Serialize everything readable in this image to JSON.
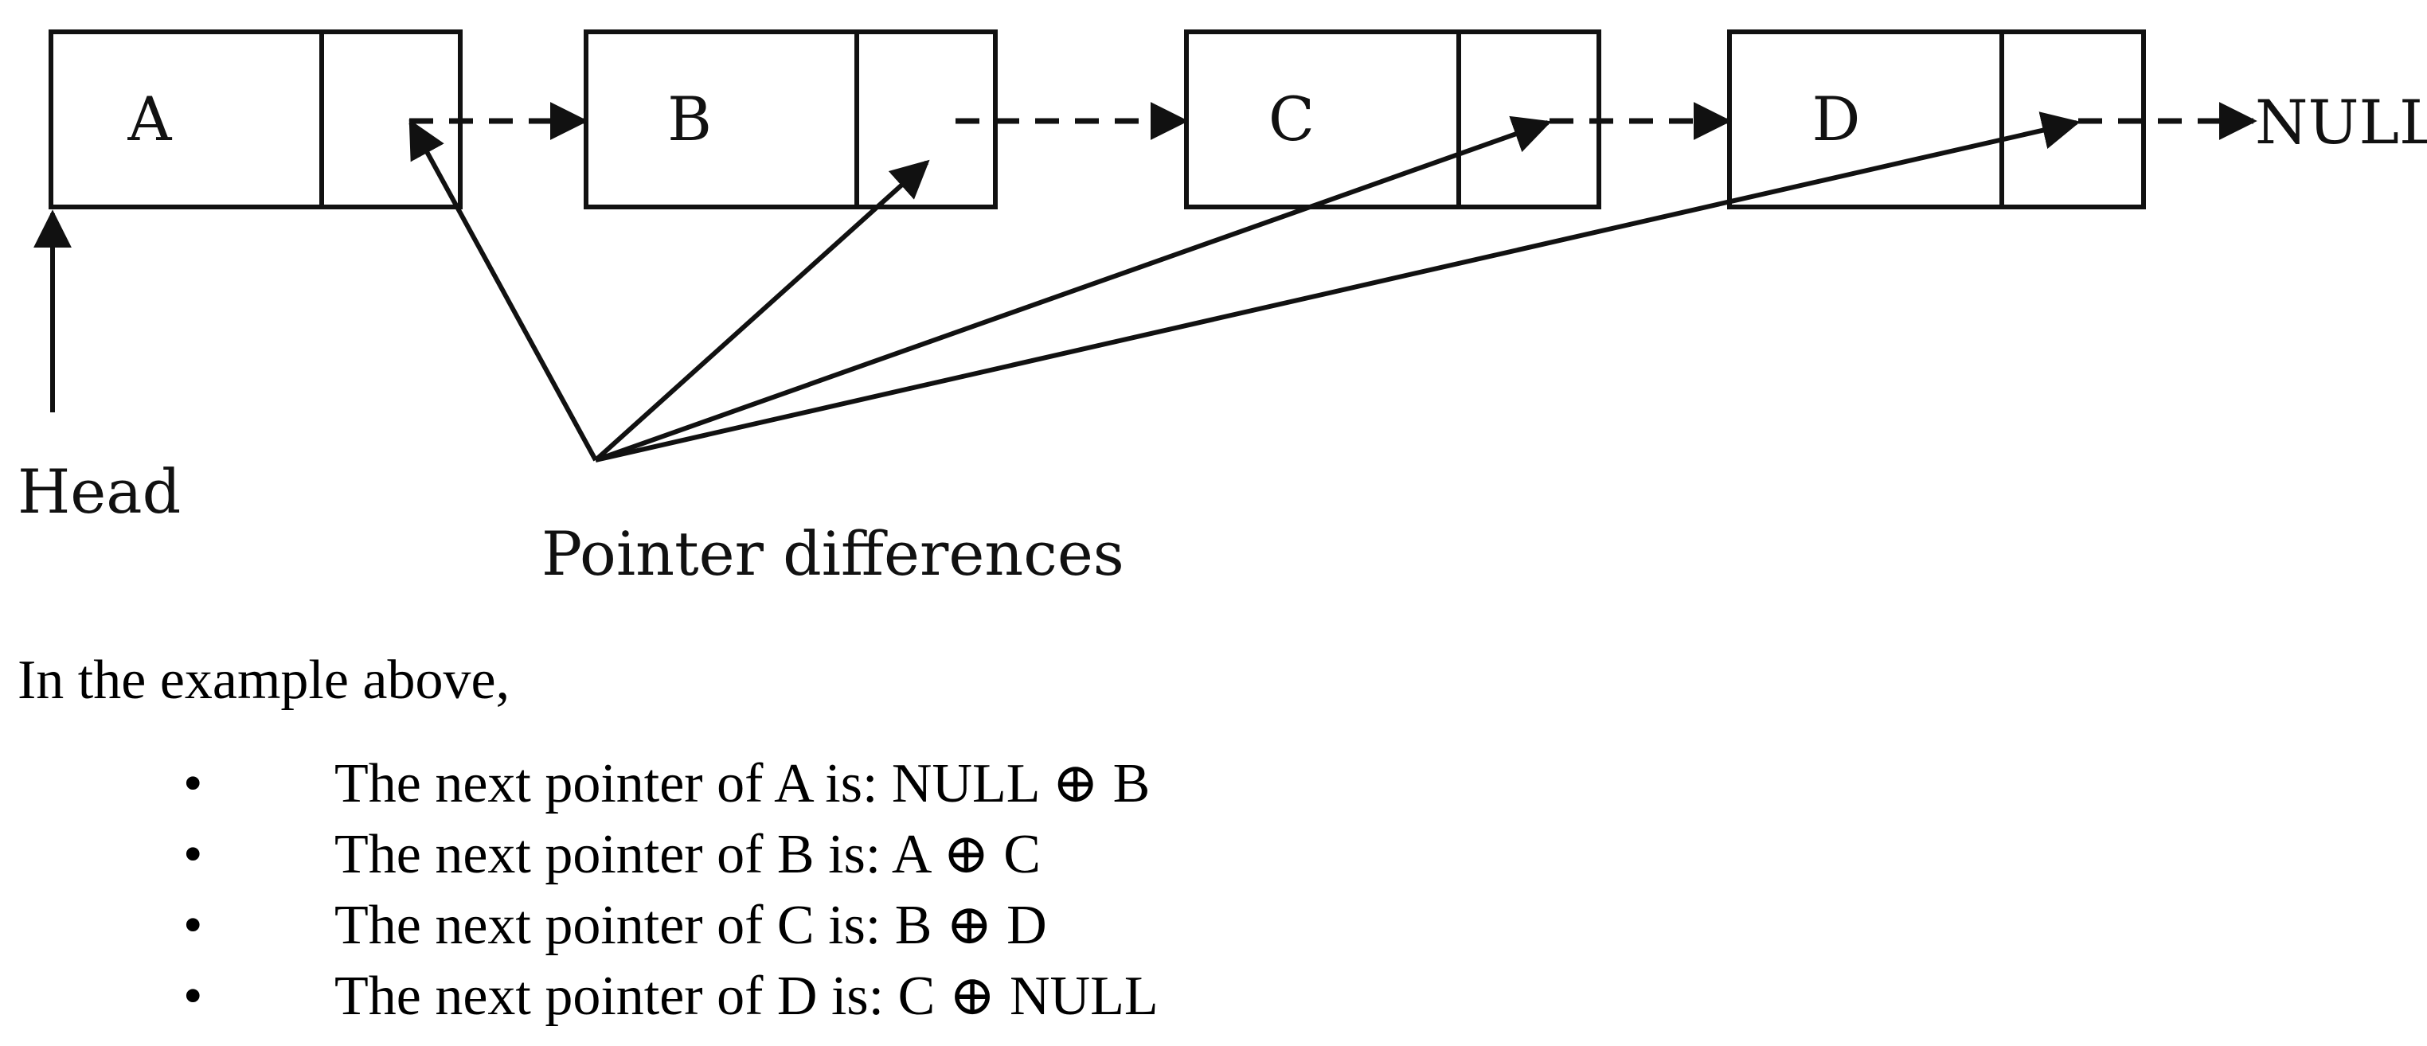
{
  "diagram": {
    "nodes": [
      {
        "label": "A"
      },
      {
        "label": "B"
      },
      {
        "label": "C"
      },
      {
        "label": "D"
      }
    ],
    "head_label": "Head",
    "pointer_differences_label": "Pointer differences",
    "null_label": "NULL"
  },
  "text": {
    "intro": "In the example above,",
    "bullets": [
      {
        "marker": "•",
        "text": "The next pointer of A is: NULL ⊕ B"
      },
      {
        "marker": "•",
        "text": "The next pointer of B is: A ⊕ C"
      },
      {
        "marker": "•",
        "text": "The next pointer of C is: B ⊕ D"
      },
      {
        "marker": "•",
        "text": "The next pointer of D is: C ⊕ NULL"
      }
    ]
  }
}
